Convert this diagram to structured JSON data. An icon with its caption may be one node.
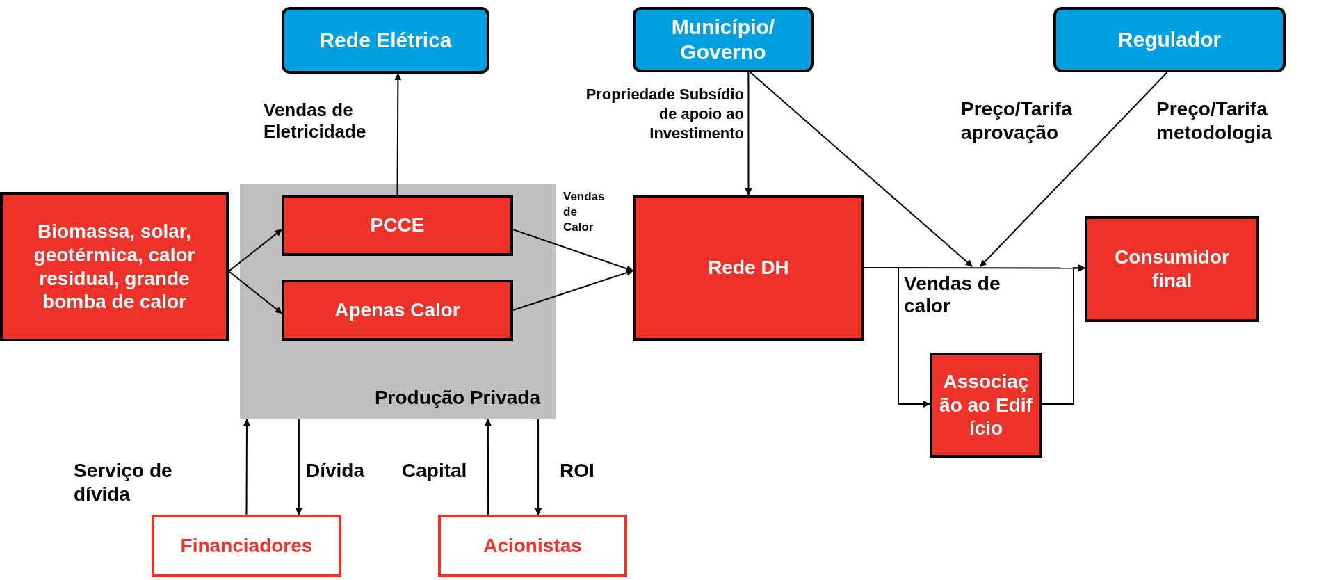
{
  "diagram": {
    "nodes": [
      {
        "text": [
          "Rede Elétrica"
        ]
      },
      {
        "text": [
          "Município/ Governo"
        ]
      },
      {
        "text": [
          "Regulador"
        ]
      },
      {
        "text": [
          "Biomassa, solar, geotérmica, calor residual, grande bomba de calor"
        ]
      },
      {
        "text": [
          "Produção Privada"
        ]
      },
      {
        "text": [
          "PCCE"
        ],
        "in": 4
      },
      {
        "text": [
          "Apenas Calor"
        ],
        "in": 4
      },
      {
        "text": [
          "Rede DH"
        ]
      },
      {
        "text": [
          "Consumidor final"
        ]
      },
      {
        "text": [
          "Associação ao Edifício"
        ]
      },
      {
        "text": [
          "Financiadores"
        ]
      },
      {
        "text": [
          "Acionistas"
        ]
      }
    ],
    "edges": [
      {
        "from": 5,
        "to": 0,
        "arrow": "to",
        "label": "Vendas de Eletricidade"
      },
      {
        "from": 3,
        "to": 5,
        "arrow": "to"
      },
      {
        "from": 3,
        "to": 6,
        "arrow": "to"
      },
      {
        "from": 5,
        "to": 7,
        "arrow": "to",
        "label": "Vendas de Calor"
      },
      {
        "from": 6,
        "to": 7,
        "arrow": "to"
      },
      {
        "from": 1,
        "to": 7,
        "arrow": "to",
        "label": "Propriedade Subsídio de apoio ao Investimento"
      },
      {
        "from": 1,
        "to": null,
        "arrow": "to"
      },
      {
        "from": 2,
        "to": null,
        "arrow": "to"
      },
      {
        "from": 7,
        "to": 8,
        "arrow": "to",
        "label": "Vendas de calor"
      },
      {
        "from": 7,
        "to": 9,
        "arrow": "to"
      },
      {
        "from": 9,
        "to": 8,
        "arrow": "to"
      },
      {
        "from": 10,
        "to": 4,
        "arrow": "to",
        "label": "Serviço de dívida"
      },
      {
        "from": 4,
        "to": 10,
        "arrow": "to",
        "label": "Dívida"
      },
      {
        "from": 11,
        "to": 4,
        "arrow": "to",
        "label": "Capital"
      },
      {
        "from": 4,
        "to": 11,
        "arrow": "to",
        "label": "ROI"
      }
    ],
    "labels": [
      "Preço/Tarifa aprovação",
      "Preço/Tarifa metodologia"
    ]
  }
}
